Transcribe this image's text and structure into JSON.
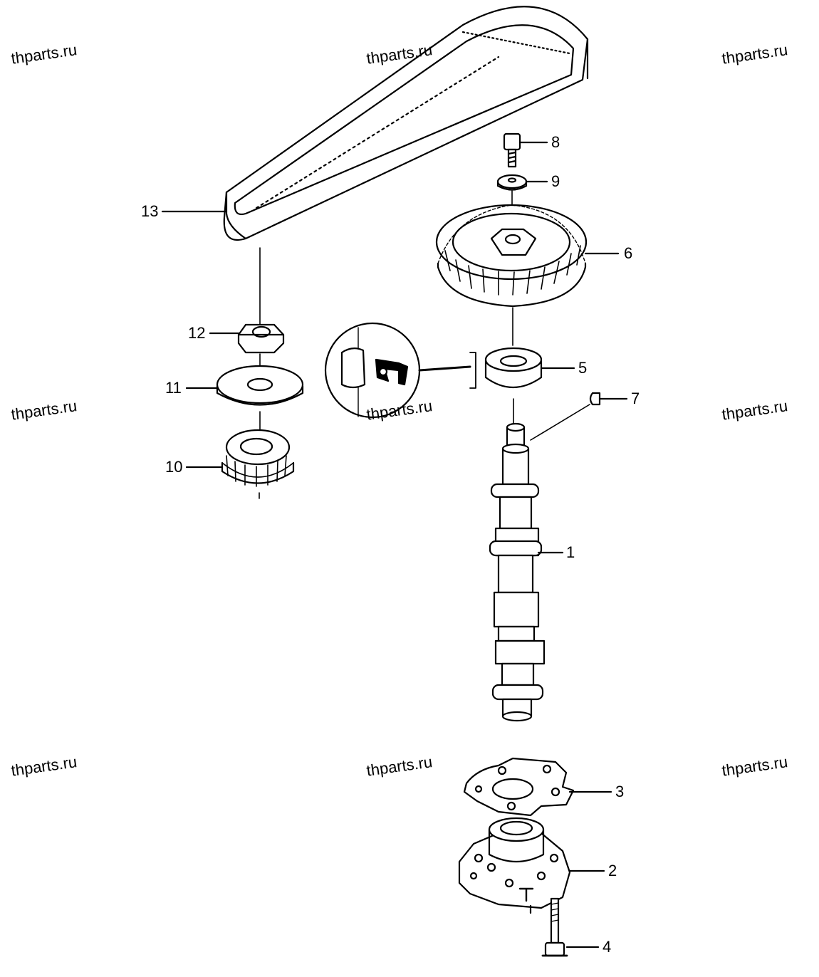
{
  "watermark": "thparts.ru",
  "callouts": {
    "p1": "1",
    "p2": "2",
    "p3": "3",
    "p4": "4",
    "p5": "5",
    "p6": "6",
    "p7": "7",
    "p8": "8",
    "p9": "9",
    "p10": "10",
    "p11": "11",
    "p12": "12",
    "p13": "13"
  },
  "colors": {
    "line": "#000000",
    "background": "#ffffff"
  },
  "icons": [
    "timing-belt",
    "camshaft-pulley",
    "bolt",
    "washer",
    "oil-seal",
    "woodruff-key",
    "camshaft",
    "gasket",
    "housing",
    "nut",
    "crank-pulley",
    "seal-detail-inset"
  ]
}
